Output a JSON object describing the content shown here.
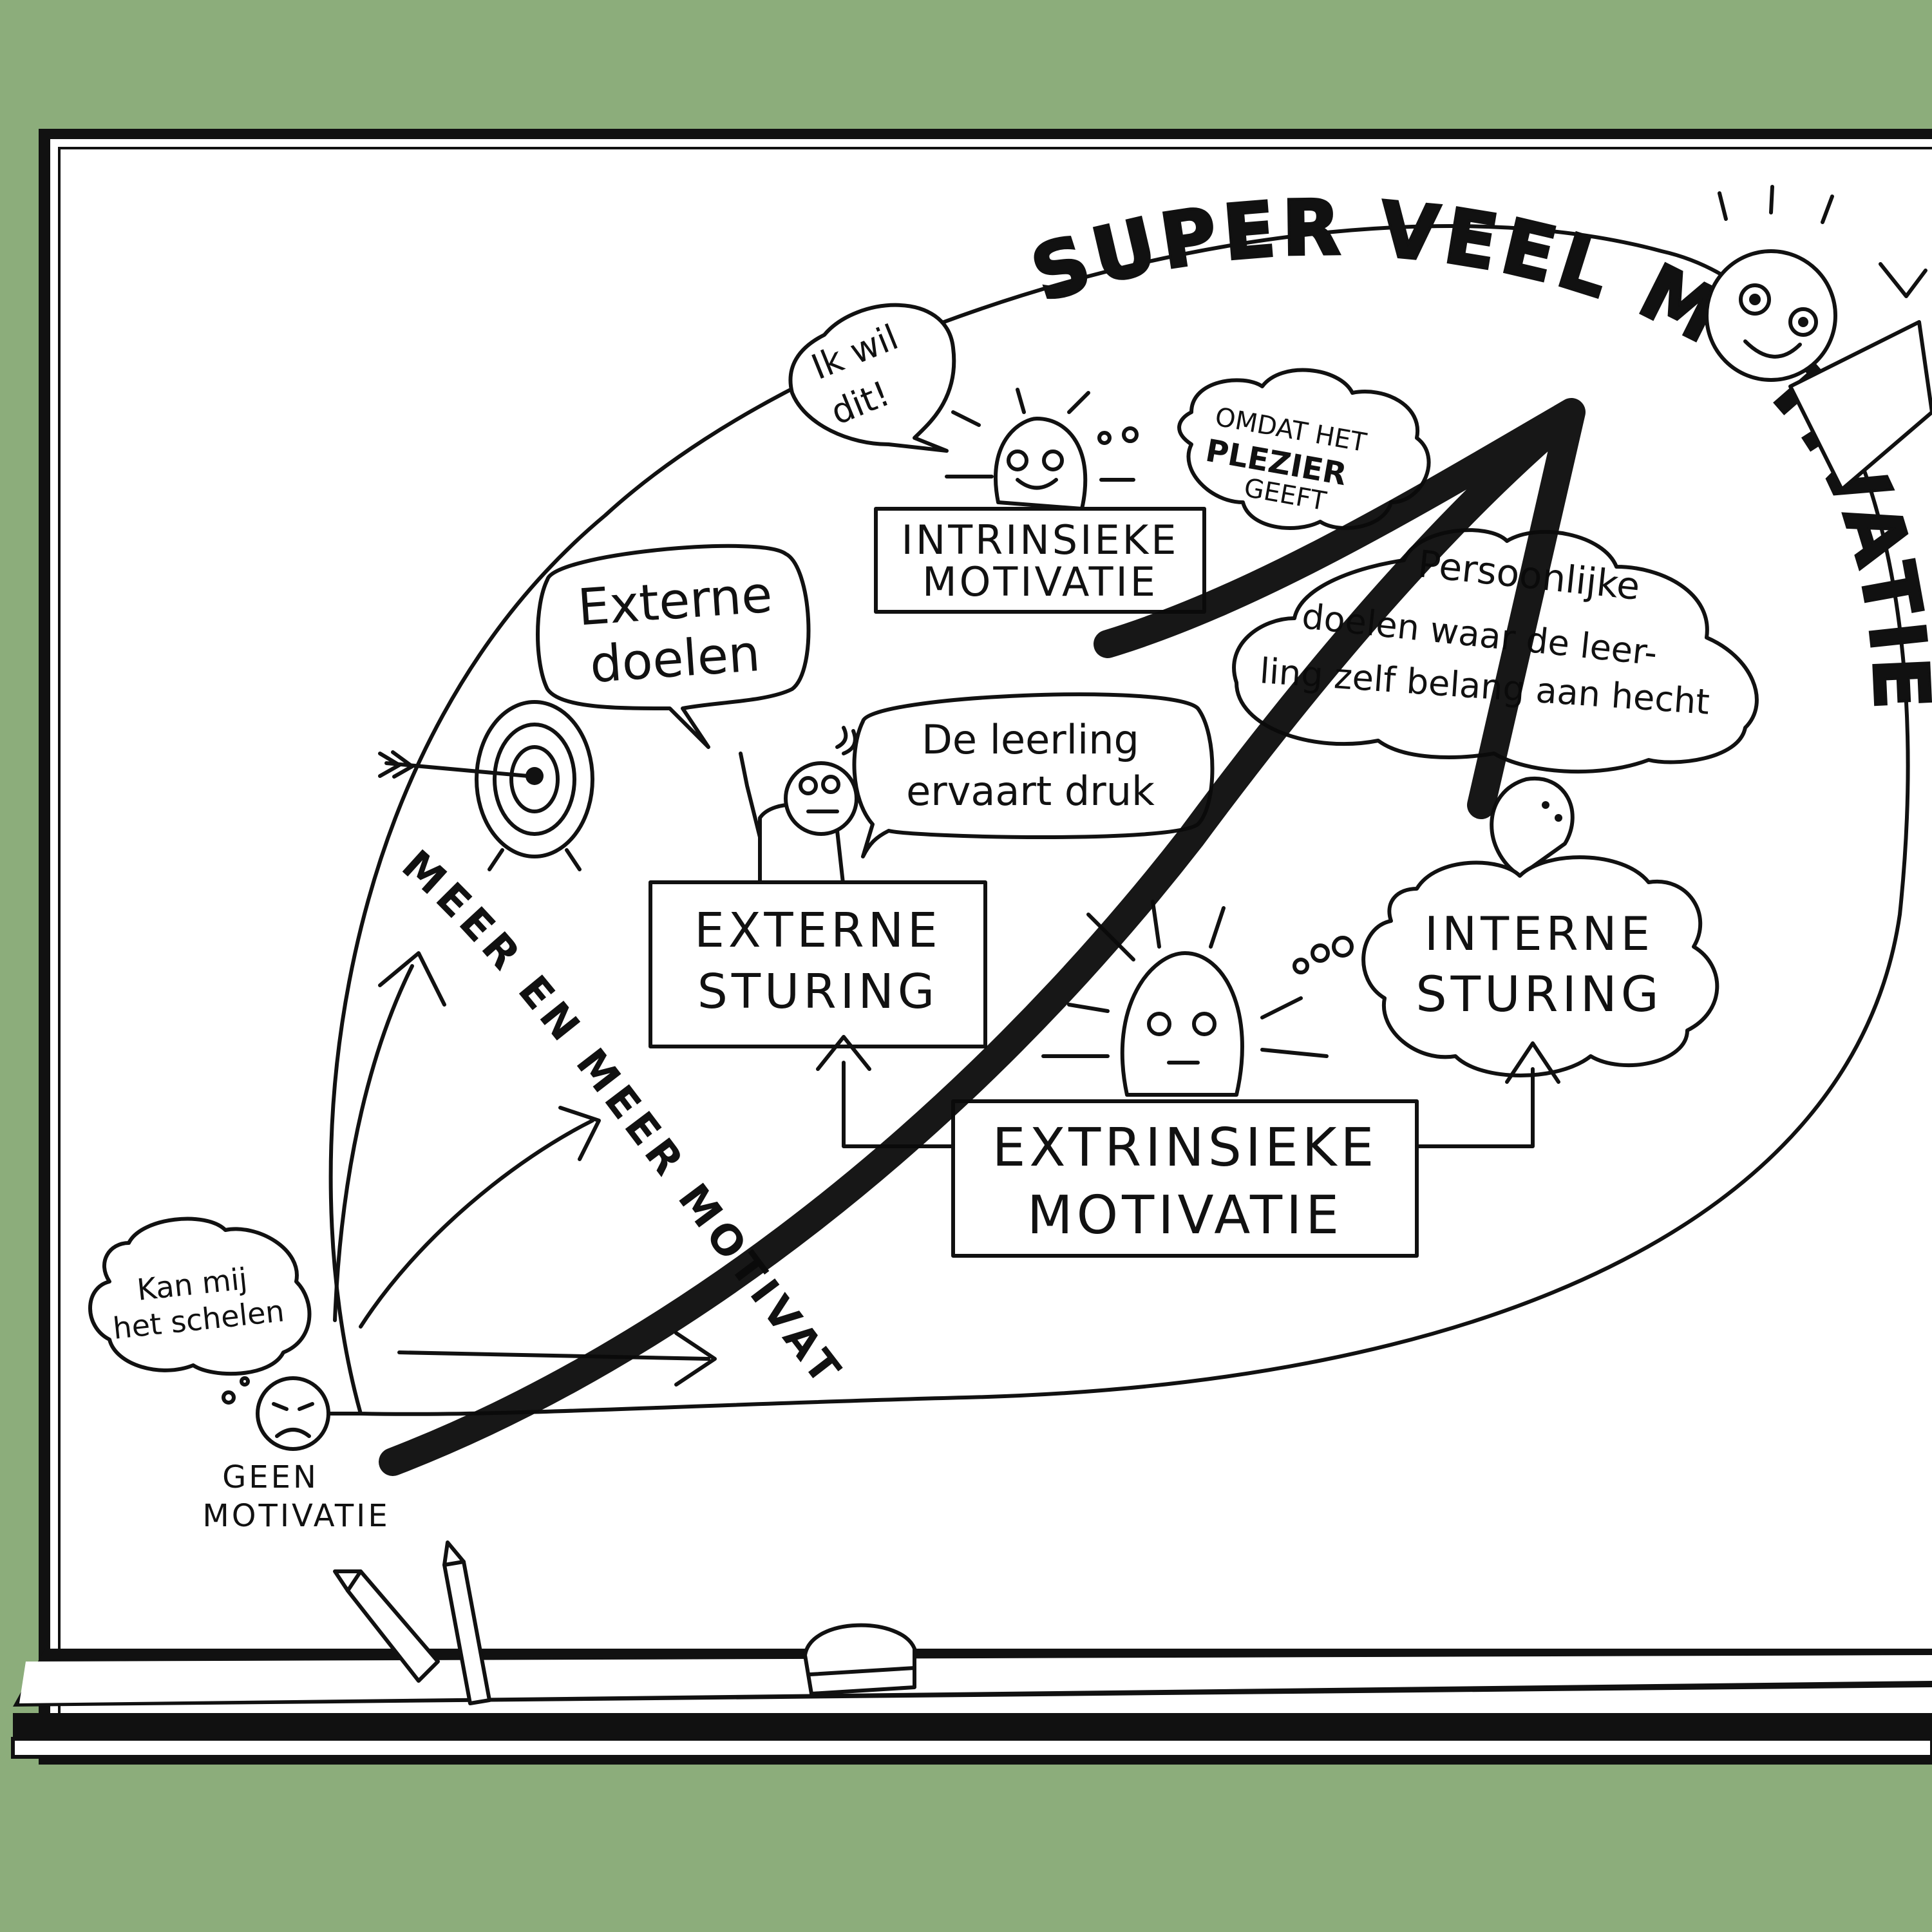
{
  "colors": {
    "background": "#8cad7b",
    "board": "#ffffff",
    "ink": "#111111"
  },
  "labels": {
    "super_veel": "SUPER VEEL MOTIVATIE",
    "meer_en_meer": "MEER EN MEER MOTIVATIE",
    "geen_line1": "GEEN",
    "geen_line2": "MOTIVATIE"
  },
  "bubbles": {
    "kan_mij_l1": "Kan mij",
    "kan_mij_l2": "het schelen",
    "externe_doelen_l1": "Externe",
    "externe_doelen_l2": "doelen",
    "ik_wil_l1": "Ik wil",
    "ik_wil_l2": "dit!",
    "plezier_l1": "OMDAT HET",
    "plezier_l2": "PLEZIER",
    "plezier_l3": "GEEFT",
    "druk_l1": "De leerling",
    "druk_l2": "ervaart druk",
    "pers_l1": "Persoonlijke",
    "pers_l2": "doelen waar de leer-",
    "pers_l3": "ling zelf belang aan hecht"
  },
  "boxes": {
    "intrinsiek_l1": "INTRINSIEKE",
    "intrinsiek_l2": "MOTIVATIE",
    "extern_l1": "EXTERNE",
    "extern_l2": "STURING",
    "intern_l1": "INTERNE",
    "intern_l2": "STURING",
    "extrinsiek_l1": "EXTRINSIEKE",
    "extrinsiek_l2": "MOTIVATIE"
  },
  "icons": [
    "target-icon",
    "arrow-icon",
    "face-icon",
    "pencil-icon",
    "eraser-icon"
  ]
}
